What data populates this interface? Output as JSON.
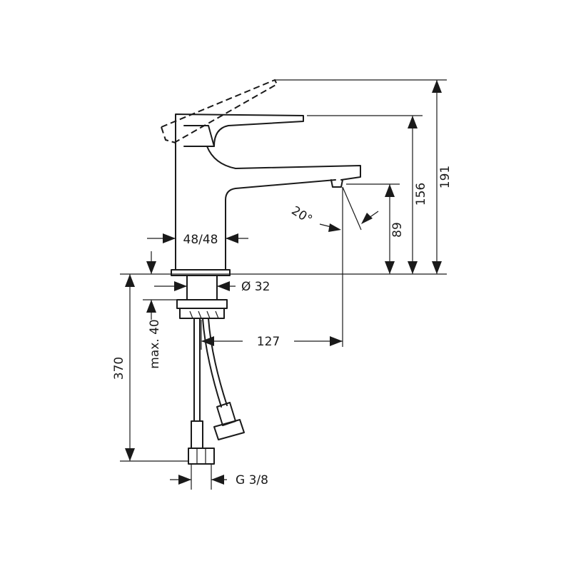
{
  "dimensions": {
    "overall_height": "191",
    "spout_height": "156",
    "outlet_height": "89",
    "spray_angle": "20°",
    "body_width": "48/48",
    "thread_diameter": "Ø 32",
    "max_thickness": "max. 40",
    "projection": "127",
    "hose_length": "370",
    "connection": "G 3/8"
  },
  "colors": {
    "line": "#1a1a1a",
    "background": "#ffffff"
  }
}
